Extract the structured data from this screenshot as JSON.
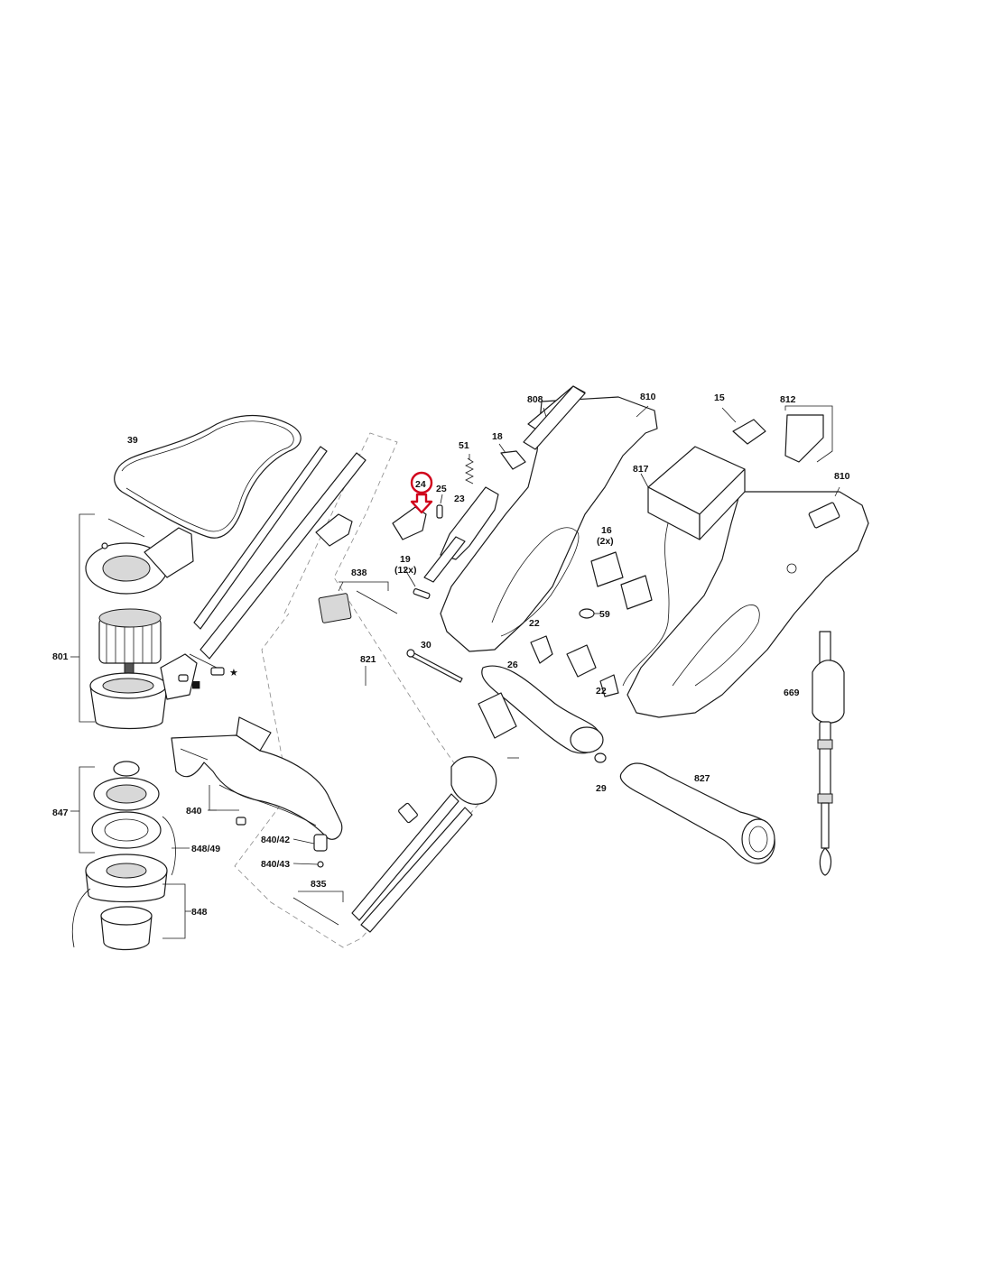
{
  "labels": {
    "p39": "39",
    "p801": "801",
    "p847": "847",
    "p848_49": "848/49",
    "p848": "848",
    "p840": "840",
    "p840_42": "840/42",
    "p840_43": "840/43",
    "p835": "835",
    "p838": "838",
    "p821": "821",
    "p19": "19",
    "p19b": "(12x)",
    "p24": "24",
    "p25": "25",
    "p23": "23",
    "p51": "51",
    "p18": "18",
    "p808": "808",
    "p810a": "810",
    "p810b": "810",
    "p15": "15",
    "p812": "812",
    "p817": "817",
    "p16": "16",
    "p16b": "(2x)",
    "p59": "59",
    "p22a": "22",
    "p22b": "22",
    "p30": "30",
    "p26": "26",
    "p29": "29",
    "p827": "827",
    "p669": "669"
  },
  "symbols": {
    "star": "★",
    "square": "■"
  },
  "highlight": {
    "part": "24",
    "color": "#d0021b"
  },
  "colors": {
    "line": "#1a1a1a",
    "highlight": "#d0021b"
  }
}
